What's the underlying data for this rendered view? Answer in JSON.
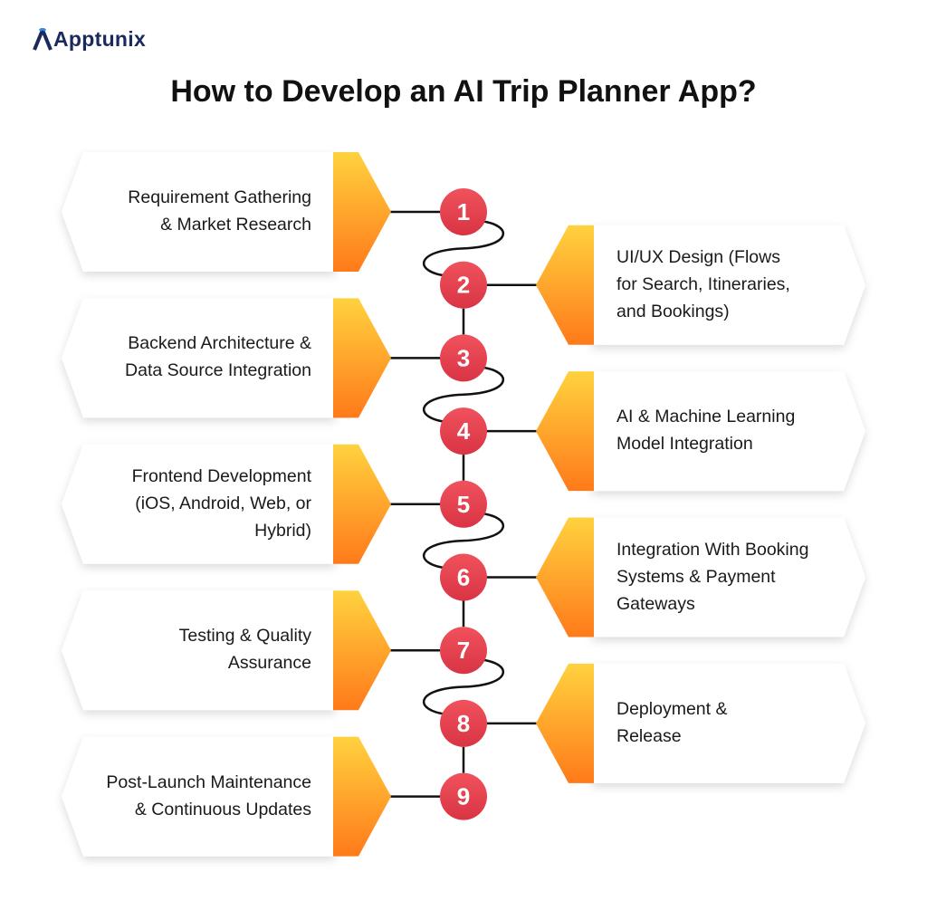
{
  "brand": {
    "name": "Apptunix"
  },
  "title": "How to Develop an AI Trip Planner App?",
  "colors": {
    "circle": "#e8404e",
    "accent_top": "#ffd23f",
    "accent_bottom": "#ff7a1a",
    "connector": "#111111",
    "text": "#1a1a1a"
  },
  "steps": [
    {
      "number": "1",
      "side": "left",
      "lines": [
        "Requirement Gathering",
        "& Market Research"
      ]
    },
    {
      "number": "2",
      "side": "right",
      "lines": [
        "UI/UX Design (Flows",
        "for Search, Itineraries,",
        "and Bookings)"
      ]
    },
    {
      "number": "3",
      "side": "left",
      "lines": [
        "Backend Architecture &",
        "Data Source Integration"
      ]
    },
    {
      "number": "4",
      "side": "right",
      "lines": [
        "AI & Machine Learning",
        "Model Integration"
      ]
    },
    {
      "number": "5",
      "side": "left",
      "lines": [
        "Frontend Development",
        "(iOS, Android, Web, or",
        "Hybrid)"
      ]
    },
    {
      "number": "6",
      "side": "right",
      "lines": [
        "Integration With Booking",
        "Systems & Payment",
        "Gateways"
      ]
    },
    {
      "number": "7",
      "side": "left",
      "lines": [
        "Testing & Quality",
        "Assurance"
      ]
    },
    {
      "number": "8",
      "side": "right",
      "lines": [
        "Deployment &",
        "Release"
      ]
    },
    {
      "number": "9",
      "side": "left",
      "lines": [
        "Post-Launch Maintenance",
        "& Continuous Updates"
      ]
    }
  ]
}
